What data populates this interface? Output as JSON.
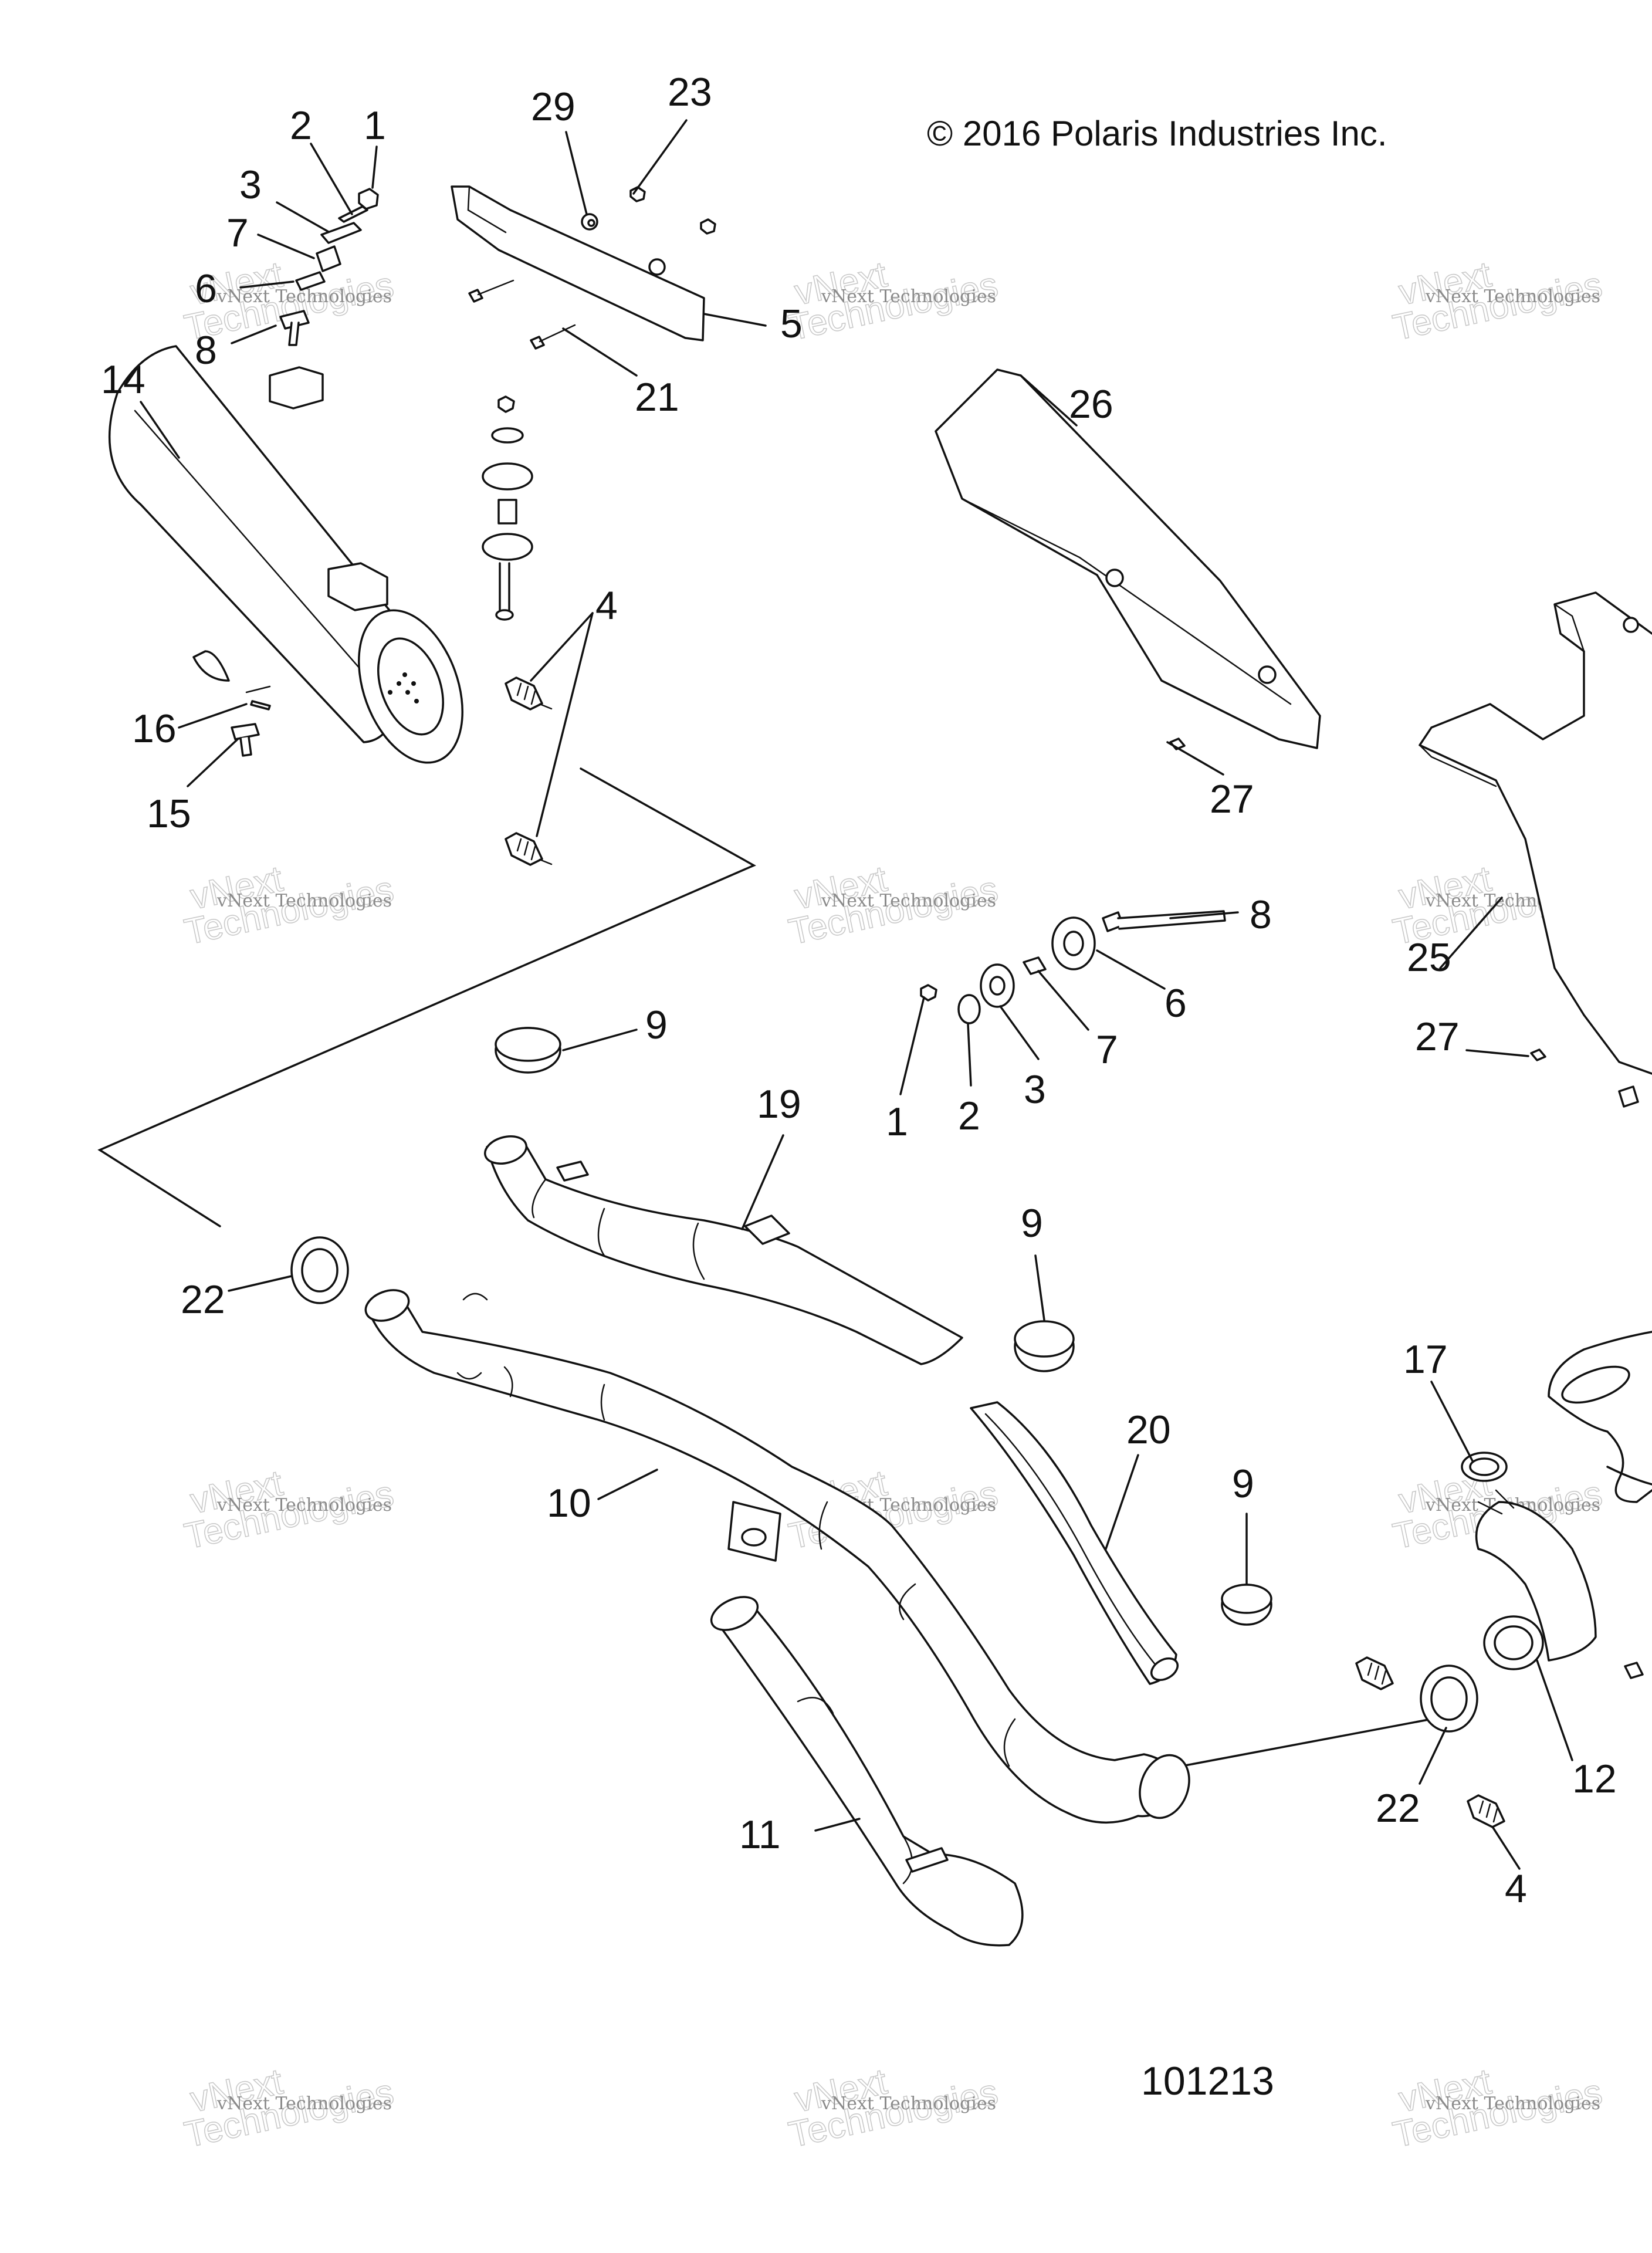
{
  "copyright": "© 2016 Polaris Industries Inc.",
  "figure_number": "101213",
  "watermark": {
    "line1": "vNext Technologies",
    "line2": "vNext",
    "line3": "Technologies"
  },
  "callouts": {
    "c1a": "1",
    "c2a": "2",
    "c3a": "3",
    "c7a": "7",
    "c6a": "6",
    "c8a": "8",
    "c29": "29",
    "c23": "23",
    "c5": "5",
    "c21": "21",
    "c14": "14",
    "c4a": "4",
    "c16": "16",
    "c15": "15",
    "c26": "26",
    "c27a": "27",
    "c25": "25",
    "c27b": "27",
    "c8b": "8",
    "c6b": "6",
    "c7b": "7",
    "c3b": "3",
    "c2b": "2",
    "c1b": "1",
    "c9a": "9",
    "c19": "19",
    "c9b": "9",
    "c22a": "22",
    "c10": "10",
    "c20": "20",
    "c9c": "9",
    "c17": "17",
    "c11": "11",
    "c12": "12",
    "c22b": "22",
    "c4b": "4"
  }
}
